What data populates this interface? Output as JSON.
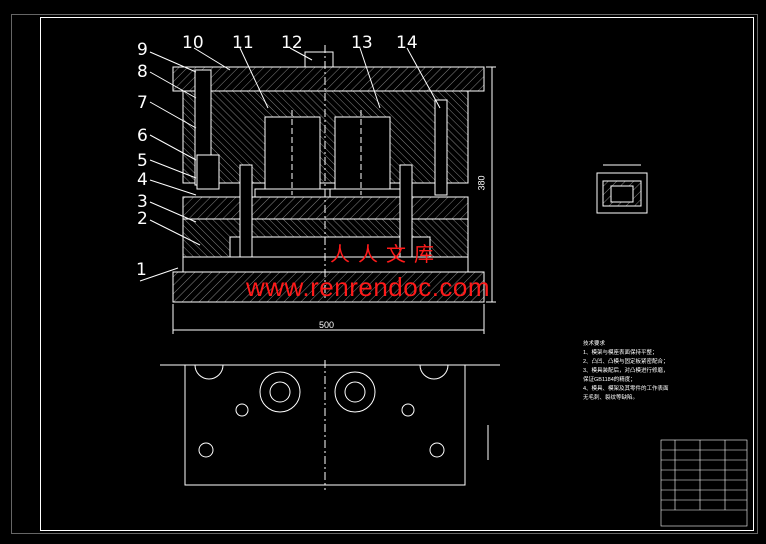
{
  "drawing": {
    "part_numbers": [
      "1",
      "2",
      "3",
      "4",
      "5",
      "6",
      "7",
      "8",
      "9",
      "10",
      "11",
      "12",
      "13",
      "14"
    ],
    "dimension_width": "500",
    "dimension_height": "380",
    "watermark_cn": "人人文库",
    "watermark_url": "www.renrendoc.com",
    "notes_title": "技术要求",
    "notes_lines": [
      "1、模架与模座表面保持平整；",
      "2、凸凹、凸模与固定板紧密配合；",
      "3、模具装配后，对凸模进行修磨，",
      "保证GB1184的精度；",
      "4、模具、模架及其零件的工作表面",
      "无毛刺、裂纹等缺陷。"
    ]
  }
}
